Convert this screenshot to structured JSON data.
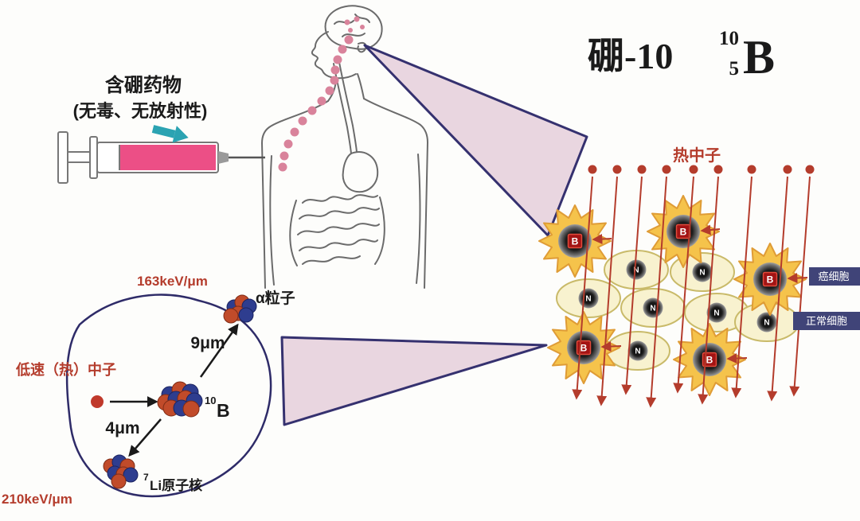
{
  "header": {
    "isotope_name": "硼-10",
    "mass_number": "10",
    "atomic_number": "5",
    "element_symbol": "B"
  },
  "drug": {
    "name": "含硼药物",
    "property": "(无毒、无放射性)"
  },
  "beam": {
    "label": "热中子"
  },
  "tissue": {
    "cancer_cell_label": "癌细胞",
    "normal_cell_label": "正常细胞",
    "boron_letter": "B",
    "nucleus_letter": "N"
  },
  "reaction": {
    "alpha_energy": "163keV/μm",
    "alpha_particle": "α粒子",
    "alpha_range": "9μm",
    "incident_neutron": "低速（热）中子",
    "boron_mass": "10",
    "boron_symbol": "B",
    "lithium_range": "4μm",
    "lithium_mass": "7",
    "lithium_label": "Li原子核",
    "lithium_energy": "210keV/μm"
  },
  "colors": {
    "accent_red": "#b43c2c",
    "drug_pink": "#ec4f86",
    "arrow_teal": "#2ba3b2",
    "cone_fill": "#e9d6e0",
    "cone_border": "#35316f",
    "cancer_yellow": "#f5c34b",
    "normal_yellow": "#f8f2cf",
    "label_navy": "#404478",
    "nucleon_blue": "#2e3d8f",
    "nucleon_red": "#c14b2a",
    "trail_pink": "#d9839b"
  }
}
